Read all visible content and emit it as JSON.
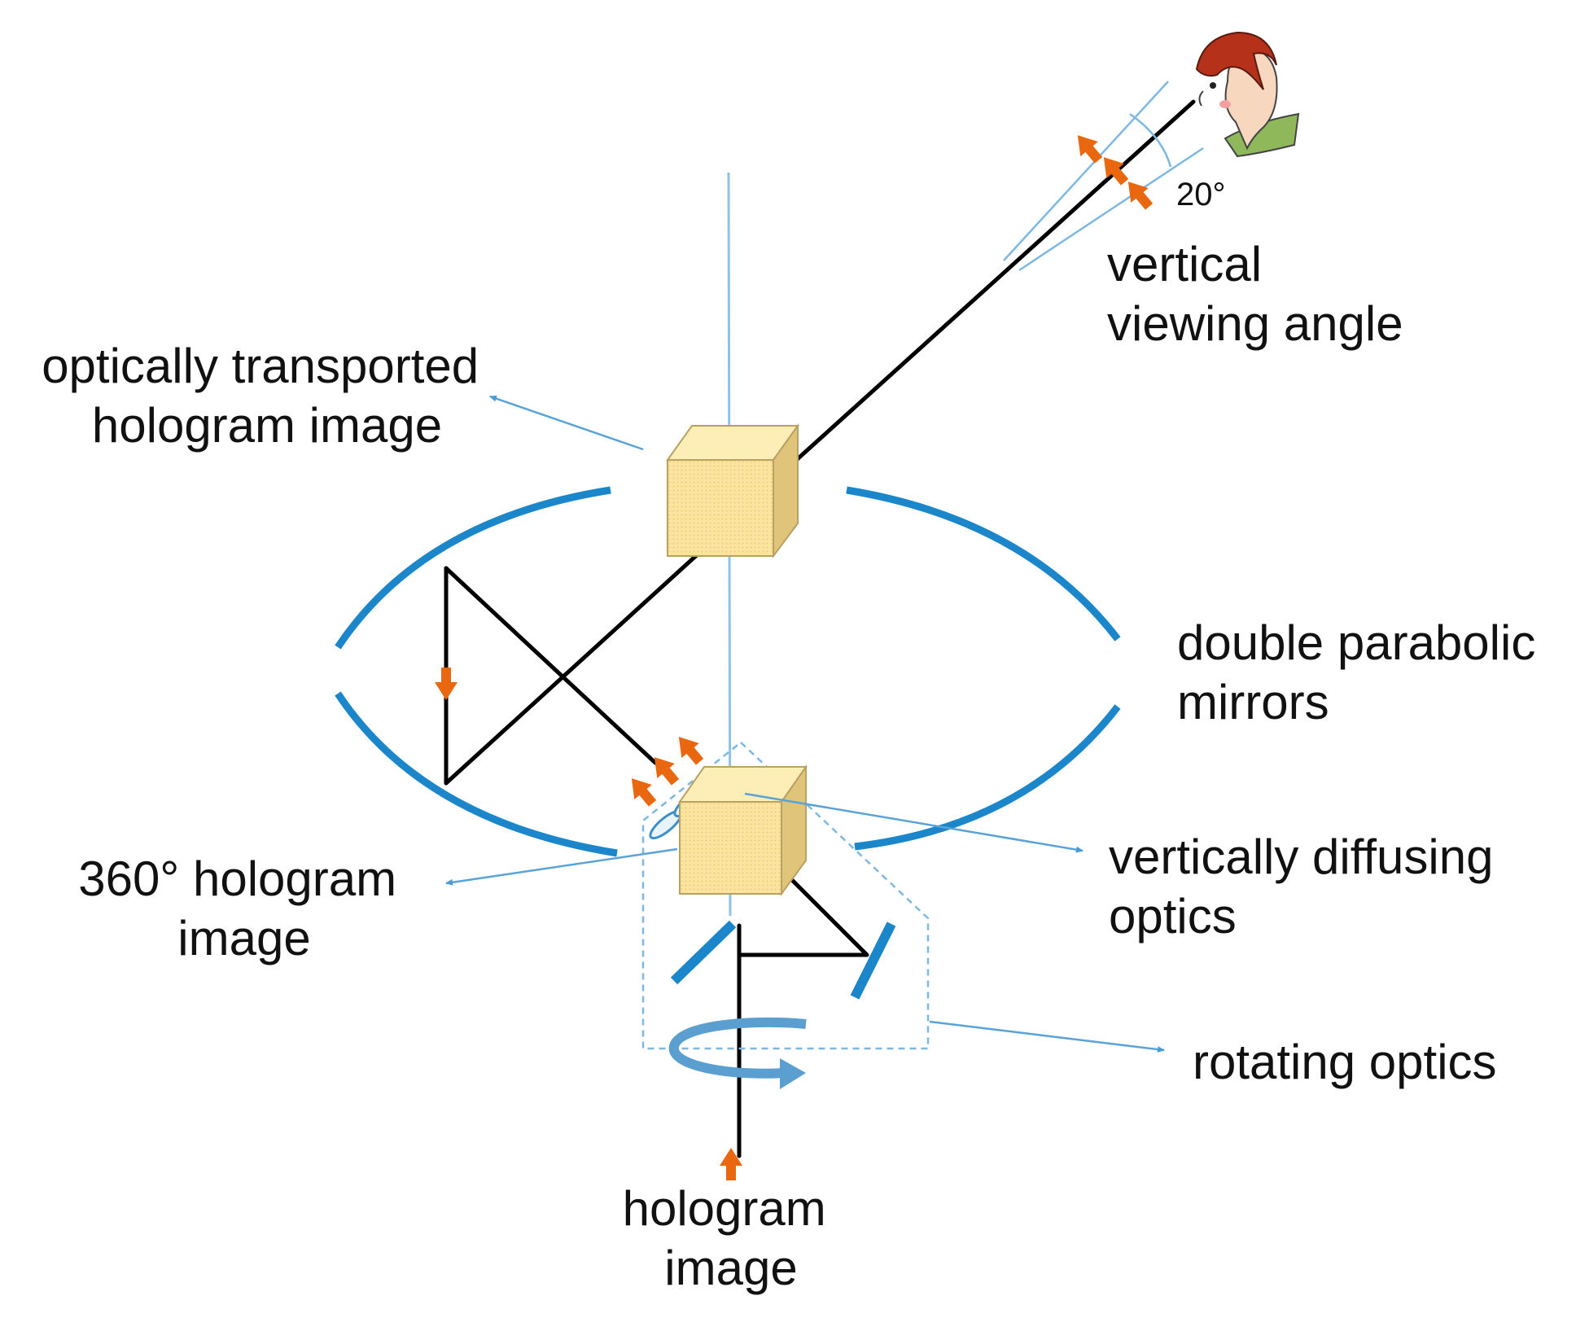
{
  "labels": {
    "vertical_viewing_angle": [
      "vertical",
      "viewing angle"
    ],
    "angle_value": "20°",
    "optically_transported": [
      "optically transported",
      "hologram image"
    ],
    "double_parabolic": [
      "double parabolic",
      "mirrors"
    ],
    "hologram_360": [
      "360° hologram",
      "image"
    ],
    "vertically_diffusing": [
      "vertically diffusing",
      "optics"
    ],
    "rotating_optics": "rotating optics",
    "hologram_image": [
      "hologram",
      "image"
    ]
  },
  "colors": {
    "beam": "#000000",
    "mirror": "#1b86c9",
    "guide": "#7db8e3",
    "arrow": "#e8670f",
    "cube": "#fbe3a0"
  },
  "icons": [
    "person-head-icon",
    "rotation-arrow-icon",
    "orange-arrow-icon"
  ]
}
